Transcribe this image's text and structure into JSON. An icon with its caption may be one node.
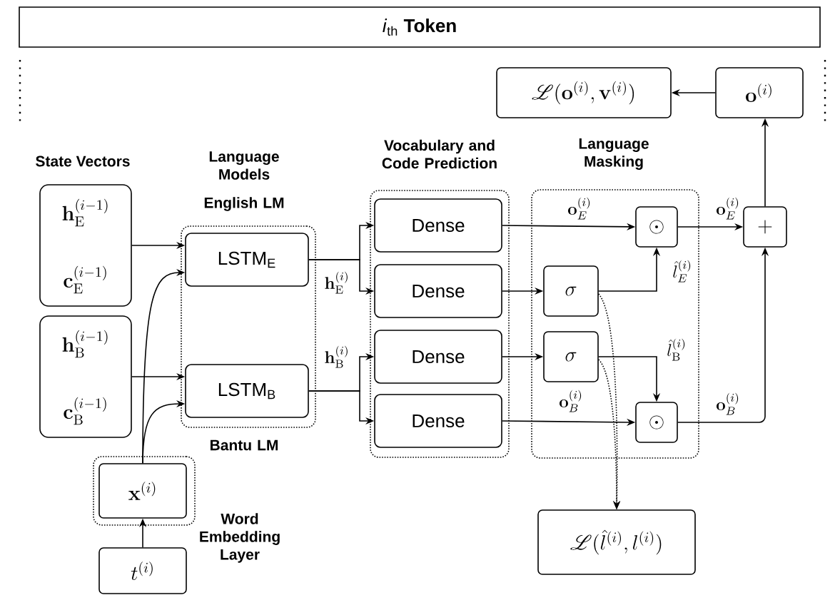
{
  "diagram": {
    "nodes": [
      {
        "text": [
          "*i*$_{th}$ **Token**"
        ]
      },
      {
        "text": [
          "\\mathscr{L}(\\mathbf{o}^{(i)},\\mathbf{v}^{(i)})"
        ]
      },
      {
        "text": [
          "\\mathbf{o}^{(i)}"
        ]
      },
      {
        "text": [
          "\\mathbf{h}_{\\mathrm{E}}^{(i-1)}",
          "\\mathbf{c}_{\\mathrm{E}}^{(i-1)}"
        ]
      },
      {
        "text": [
          "\\mathbf{h}_{\\mathrm{B}}^{(i-1)}",
          "\\mathbf{c}_{\\mathrm{B}}^{(i-1)}"
        ]
      },
      {
        "text": [
          "Language Models",
          "English LM",
          "Bantu LM"
        ]
      },
      {
        "text": [
          "LSTM$_{E}$"
        ],
        "in": 5
      },
      {
        "text": [
          "LSTM$_{B}$"
        ],
        "in": 5
      },
      {
        "text": [
          "Vocabulary and Code Prediction"
        ]
      },
      {
        "text": [
          "Dense"
        ],
        "in": 8
      },
      {
        "text": [
          "Dense"
        ],
        "in": 8
      },
      {
        "text": [
          "Dense"
        ],
        "in": 8
      },
      {
        "text": [
          "Dense"
        ],
        "in": 8
      },
      {
        "text": [
          "Language Masking"
        ]
      },
      {
        "text": [
          "\\sigma"
        ],
        "in": 13
      },
      {
        "text": [
          "\\sigma"
        ],
        "in": 13
      },
      {
        "text": [
          "\\odot"
        ],
        "in": 13
      },
      {
        "text": [
          "\\odot"
        ],
        "in": 13
      },
      {
        "text": [
          "+"
        ]
      },
      {
        "text": [
          "Word Embedding Layer"
        ]
      },
      {
        "text": [
          "\\mathbf{x}^{(i)}"
        ],
        "in": 19
      },
      {
        "text": [
          "t^{(i)}"
        ]
      },
      {
        "text": [
          "\\mathscr{L}(\\hat{l}^{(i)},l^{(i)})"
        ]
      }
    ],
    "edges": [
      {
        "from": 21,
        "to": 20,
        "arrow": "to"
      },
      {
        "from": 3,
        "to": 6,
        "arrow": "to"
      },
      {
        "from": 20,
        "to": 6,
        "arrow": "to"
      },
      {
        "from": 4,
        "to": 7,
        "arrow": "to"
      },
      {
        "from": 20,
        "to": 7,
        "arrow": "to"
      },
      {
        "from": 6,
        "to": 9,
        "arrow": "to",
        "label": "\\mathbf{h}_{\\mathrm{E}}^{(i)}"
      },
      {
        "from": 6,
        "to": 10,
        "arrow": "to"
      },
      {
        "from": 7,
        "to": 11,
        "arrow": "to",
        "label": "\\mathbf{h}_{\\mathrm{B}}^{(i)}"
      },
      {
        "from": 7,
        "to": 12,
        "arrow": "to"
      },
      {
        "from": 9,
        "to": 16,
        "arrow": "to",
        "label": "\\mathbf{o}_{E}^{(i)}"
      },
      {
        "from": 10,
        "to": 14,
        "arrow": "to"
      },
      {
        "from": 11,
        "to": 15,
        "arrow": "to"
      },
      {
        "from": 12,
        "to": 17,
        "arrow": "to",
        "label": "\\mathbf{o}_{B}^{(i)}"
      },
      {
        "from": 14,
        "to": 16,
        "arrow": "to",
        "label": "\\hat{l}_{E}^{(i)}"
      },
      {
        "from": 15,
        "to": 17,
        "arrow": "to",
        "label": "\\hat{l}_{\\mathrm{B}}^{(i)}"
      },
      {
        "from": 16,
        "to": 18,
        "arrow": "to",
        "label": "\\mathbf{o}_{E}^{(i)}"
      },
      {
        "from": 17,
        "to": 18,
        "arrow": "to",
        "label": "\\mathbf{o}_{B}^{(i)}"
      },
      {
        "from": 18,
        "to": 2,
        "arrow": "to"
      },
      {
        "from": 2,
        "to": 1,
        "arrow": "to"
      },
      {
        "from": 14,
        "to": 22,
        "arrow": "to",
        "style": "dashed"
      },
      {
        "from": 15,
        "to": 22,
        "arrow": "to",
        "style": "dashed"
      }
    ],
    "labels": [
      "State Vectors"
    ]
  }
}
